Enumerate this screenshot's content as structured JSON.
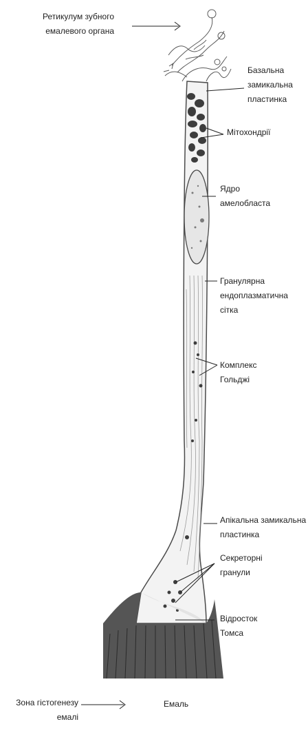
{
  "labels": {
    "reticulum": [
      "Ретикулум зубного",
      "емалевого органа"
    ],
    "basal_lamina": [
      "Базальна",
      "замикальна",
      "пластинка"
    ],
    "mitochondria": [
      "Мітохондрії"
    ],
    "nucleus": [
      "Ядро",
      "амелобласта"
    ],
    "granular_er": [
      "Гранулярна",
      "ендоплазматична",
      "сітка"
    ],
    "golgi": [
      "Комплекс",
      "Гольджі"
    ],
    "apical_lamina": [
      "Апікальна замикальна",
      "пластинка"
    ],
    "secretory_granules": [
      "Секреторні",
      "гранули"
    ],
    "tomes_process": [
      "Відросток",
      "Томса"
    ],
    "histogenesis_zone": [
      "Зона гістогенезу",
      "емалі"
    ],
    "enamel": [
      "Емаль"
    ]
  },
  "colors": {
    "line": "#222222",
    "cell_outline": "#4a4a4a",
    "cytoplasm": "#f3f3f3",
    "nucleus_fill": "#e6e6e6",
    "mitochondria": "#3d3d3d",
    "enamel": "#555555"
  }
}
